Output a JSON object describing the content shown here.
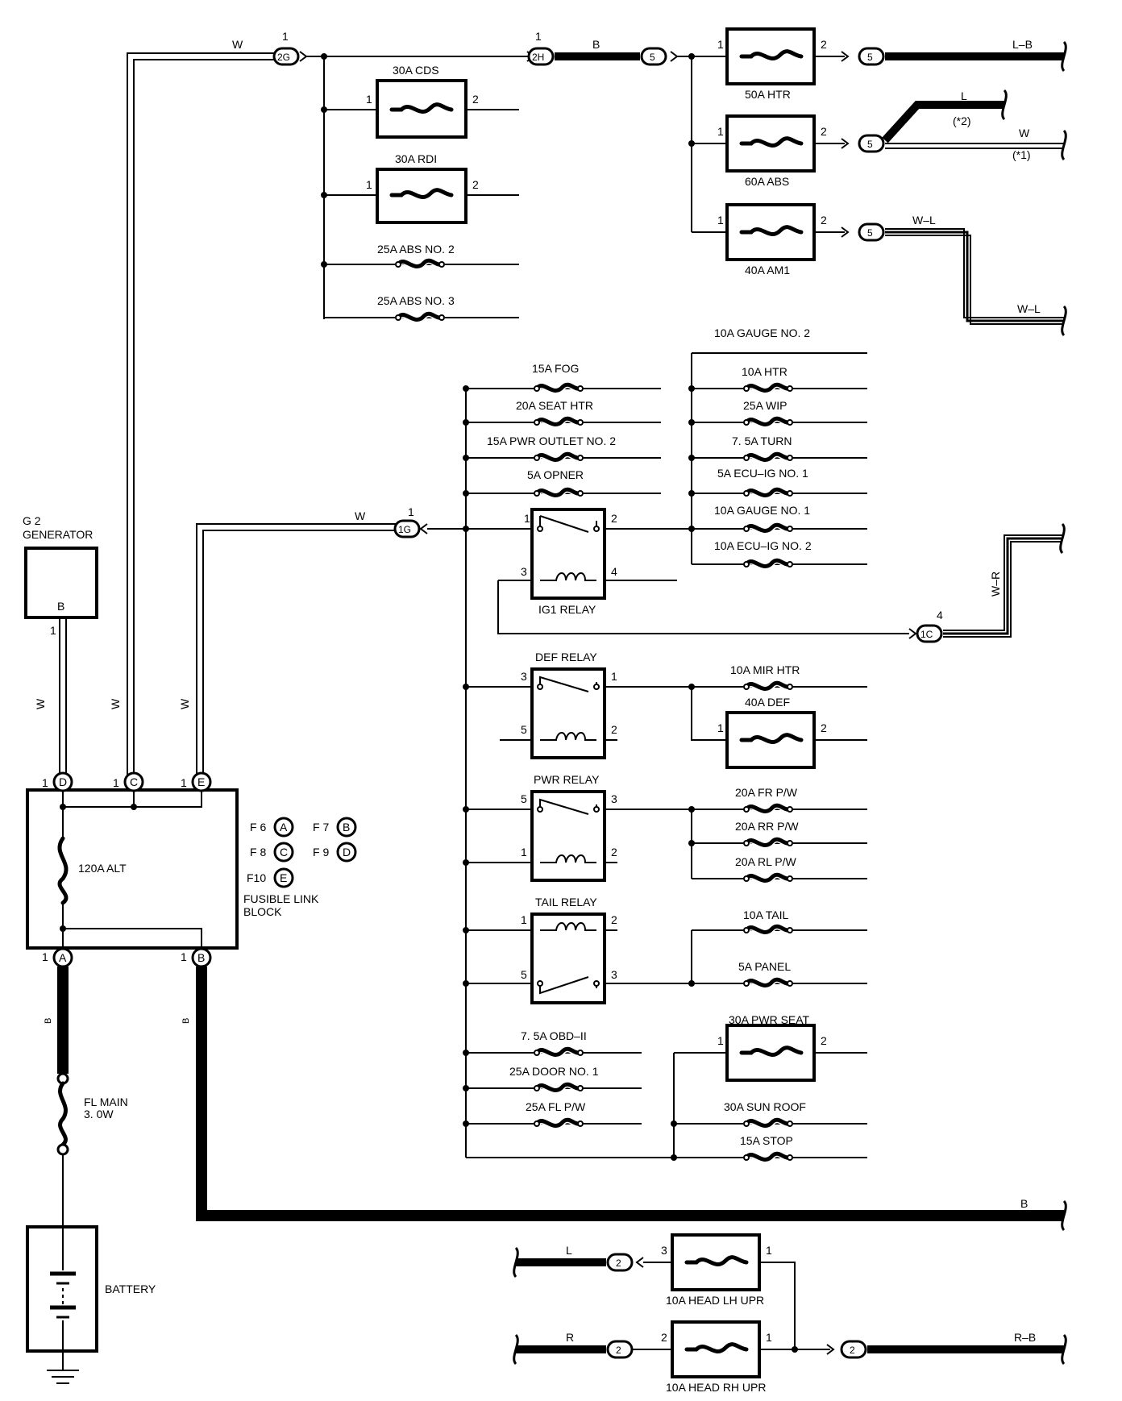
{
  "generator": {
    "ref": "G 2",
    "name": "GENERATOR",
    "terminal": "B",
    "pin": "1"
  },
  "battery": {
    "label": "BATTERY"
  },
  "fusible_link_block": {
    "alt": "120A ALT",
    "label_line1": "FUSIBLE LINK",
    "label_line2": "BLOCK",
    "refs": [
      "F 6",
      "F 7",
      "F 8",
      "F 9",
      "F10"
    ],
    "ref_letters": [
      "A",
      "B",
      "C",
      "D",
      "E"
    ],
    "pins": [
      "D",
      "C",
      "E",
      "A",
      "B"
    ],
    "pin_no": "1"
  },
  "fl_main": {
    "line1": "FL MAIN",
    "line2": "3. 0W"
  },
  "wires": {
    "w": "W",
    "b": "B",
    "lb": "L–B",
    "l": "L",
    "wl": "W–L",
    "wr": "W–R",
    "r": "R",
    "rb": "R–B",
    "note1": "(*1)",
    "note2": "(*2)",
    "w1": "W",
    "bw": "B"
  },
  "connectors": {
    "c2g": "2G",
    "c2h": "2H",
    "c1g": "1G",
    "c1c": "1C",
    "c5": "5",
    "c2": "2",
    "pin1": "1",
    "pin4": "4"
  },
  "fuses": {
    "cds": "30A CDS",
    "rdi": "30A RDI",
    "abs2": "25A ABS NO. 2",
    "abs3": "25A ABS NO. 3",
    "htr50": "50A HTR",
    "abs60": "60A ABS",
    "am1": "40A AM1",
    "fog": "15A FOG",
    "seat_htr": "20A SEAT HTR",
    "pwr_outlet": "15A PWR OUTLET NO. 2",
    "opner": "5A OPNER",
    "gauge2": "10A GAUGE NO. 2",
    "htr10": "10A HTR",
    "wip": "25A WIP",
    "turn": "7. 5A TURN",
    "ecu_ig1": "5A ECU–IG NO. 1",
    "gauge1": "10A GAUGE NO. 1",
    "ecu_ig2": "10A ECU–IG NO. 2",
    "mir_htr": "10A MIR HTR",
    "def40": "40A DEF",
    "fr_pw": "20A FR P/W",
    "rr_pw": "20A RR P/W",
    "rl_pw": "20A RL P/W",
    "tail": "10A TAIL",
    "panel": "5A PANEL",
    "obd": "7. 5A OBD–II",
    "door": "25A DOOR NO. 1",
    "fl_pw": "25A FL P/W",
    "pwr_seat": "30A PWR SEAT",
    "sun_roof": "30A SUN ROOF",
    "stop": "15A STOP",
    "head_lh": "10A HEAD LH UPR",
    "head_rh": "10A HEAD RH UPR"
  },
  "relays": {
    "ig1": "IG1 RELAY",
    "def": "DEF RELAY",
    "pwr": "PWR RELAY",
    "tail": "TAIL RELAY"
  },
  "pins": {
    "p1": "1",
    "p2": "2",
    "p3": "3",
    "p4": "4",
    "p5": "5"
  }
}
